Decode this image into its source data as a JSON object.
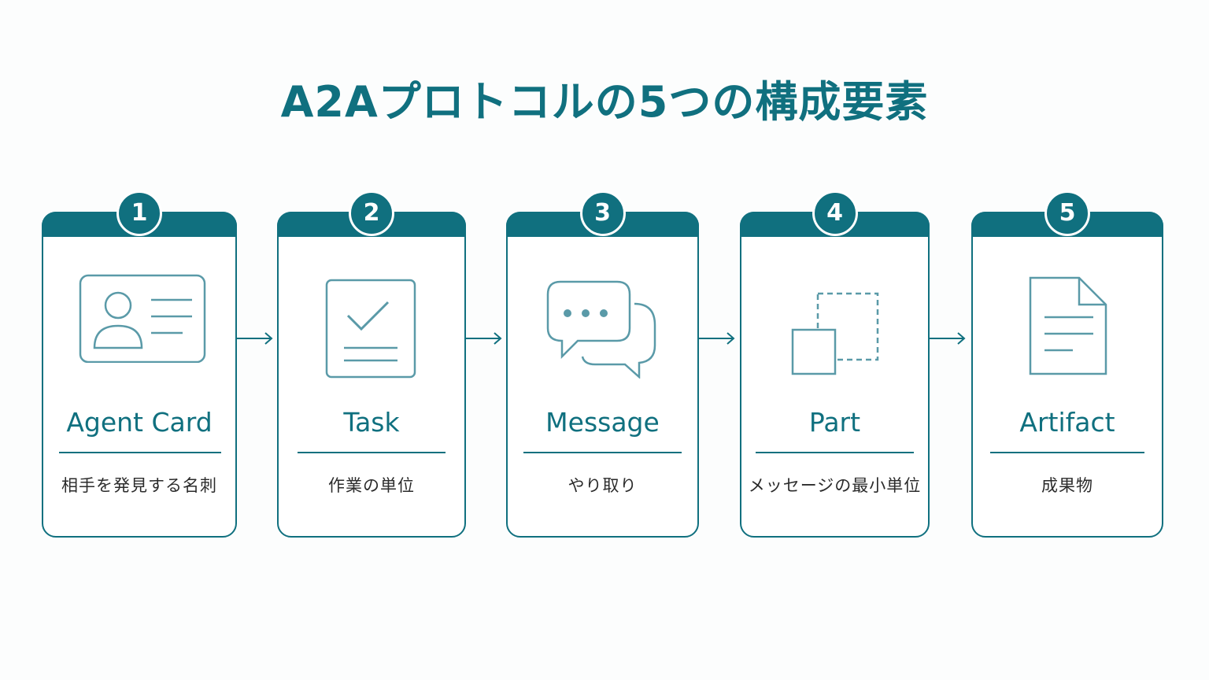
{
  "title": "A2Aプロトコルの5つの構成要素",
  "colors": {
    "accent": "#10707f",
    "icon": "#5a9aa8",
    "text": "#2b2b2b",
    "background": "#fcfdfd"
  },
  "components": [
    {
      "number": "1",
      "name": "Agent Card",
      "description": "相手を発見する名刺",
      "icon": "id-card-icon"
    },
    {
      "number": "2",
      "name": "Task",
      "description": "作業の単位",
      "icon": "checklist-icon"
    },
    {
      "number": "3",
      "name": "Message",
      "description": "やり取り",
      "icon": "chat-bubbles-icon"
    },
    {
      "number": "4",
      "name": "Part",
      "description": "メッセージの最小単位",
      "icon": "part-squares-icon"
    },
    {
      "number": "5",
      "name": "Artifact",
      "description": "成果物",
      "icon": "document-icon"
    }
  ]
}
